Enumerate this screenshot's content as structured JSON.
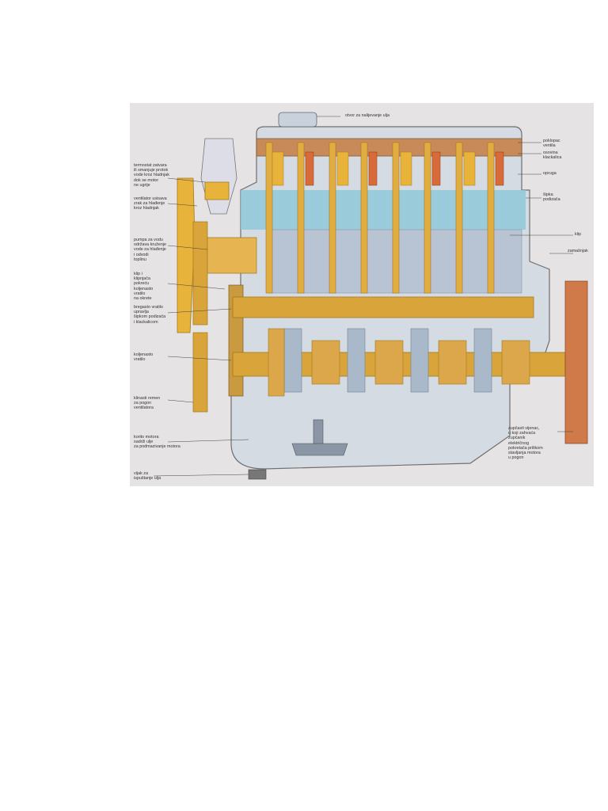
{
  "diagram": {
    "labels": {
      "oil_filler": "otvor za nalijevanje ulja",
      "valve_cover": "poklopac\nventila",
      "rocker_arm": "osovina\nklackalica",
      "spring": "opruga",
      "tappet": "šipka\npodizača",
      "piston": "klip",
      "flywheel": "zamašnjak",
      "thermostat": "termostat zatvara\nili smanjuje protok\nvode kroz hladnjak\ndok se motor\nne ugrije",
      "fan": "ventilator usisava\nzrak za hlađenje\nkroz hladnjak",
      "water_pump": "pumpa za vodu\nodržava kruženje\nvode za hlađenje\ni odvodi\ntoplinu",
      "connecting_rod": "klip i\nklipnjača\npokreću\nkoljenasto\nvratilo\nna okrete",
      "camshaft": "bregasto vratilo\nupravlja\nšipkom podizača\ni klackalicom",
      "crankshaft": "koljenasto\nvratilo",
      "fan_belt": "klinasti remen\nza pogon\nventilatora",
      "oil_sump": "korito motora\nsadrži ulje\nza podmazivanje motora",
      "ring_gear": "zupčasti vijenac,\nu koji zahvaća\nzupčanik\nelektričnog\npokretača prilikom\nstavljanja motora\nu pogon",
      "drain_plug": "vijak za\nispuštanje ulja"
    }
  }
}
